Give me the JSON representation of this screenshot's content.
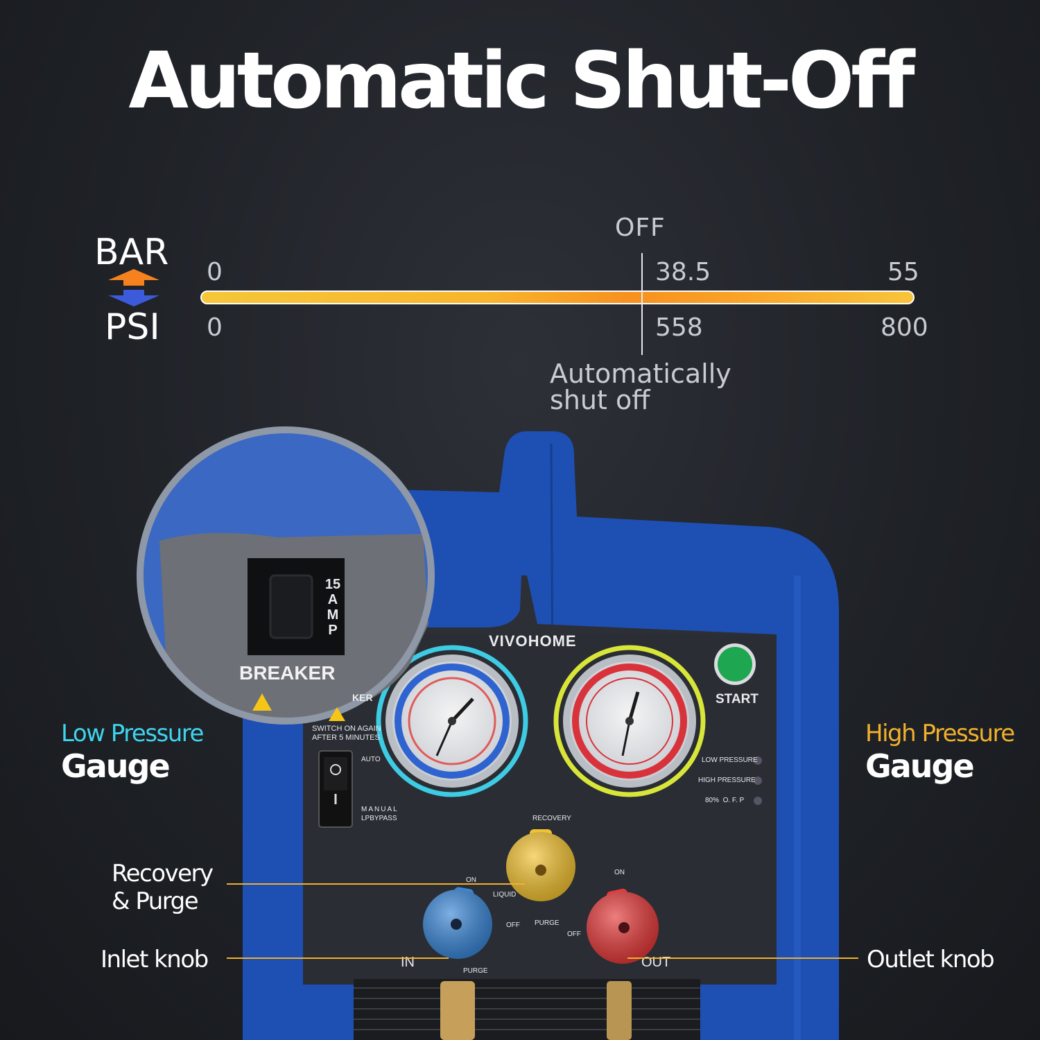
{
  "title": "Automatic Shut-Off",
  "scale": {
    "unit_top": "BAR",
    "unit_bottom": "PSI",
    "off_label": "OFF",
    "bar_values": [
      "0",
      "38.5",
      "55"
    ],
    "psi_values": [
      "0",
      "558",
      "800"
    ],
    "shutoff_fraction": 0.7,
    "note_line1": "Automatically",
    "note_line2": "shut off",
    "colors": {
      "bar_yellow": "#f6c63a",
      "bar_orange": "#f7911f",
      "arrow_orange": "#f5821f",
      "arrow_blue": "#3b5bdb"
    }
  },
  "callouts": {
    "low": {
      "line1": "Low Pressure",
      "line2": "Gauge",
      "color": "#3fd4ee"
    },
    "high": {
      "line1": "High Pressure",
      "line2": "Gauge",
      "color": "#f2b02e"
    },
    "recovery_line1": "Recovery",
    "recovery_line2": "& Purge",
    "inlet": "Inlet knob",
    "outlet": "Outlet knob"
  },
  "device": {
    "brand": "VIVOHOME",
    "breaker_label": "BREAKER",
    "breaker_rating": [
      "15",
      "A",
      "M",
      "P"
    ],
    "breaker_small": "KER",
    "start_label": "START",
    "switch_note1": "SWITCH ON AGAIN",
    "switch_note2": "AFTER 5 MINUTES",
    "auto": "AUTO",
    "manual": "MANUAL",
    "lpbypass": "LPBYPASS",
    "indicators": [
      "LOW PRESSURE",
      "HIGH PRESSURE",
      "80%  O. F. P"
    ],
    "recovery": "RECOVERY",
    "liquid": "LIQUID",
    "purge": "PURGE",
    "on": "ON",
    "off": "OFF",
    "in": "IN",
    "out": "OUT",
    "colors": {
      "body_blue": "#1e4fb3",
      "panel": "#2c2f35",
      "knob_yellow": "#f2c232",
      "knob_blue": "#3a86d6",
      "knob_red": "#e53a3a",
      "start_green": "#1ea650"
    }
  }
}
